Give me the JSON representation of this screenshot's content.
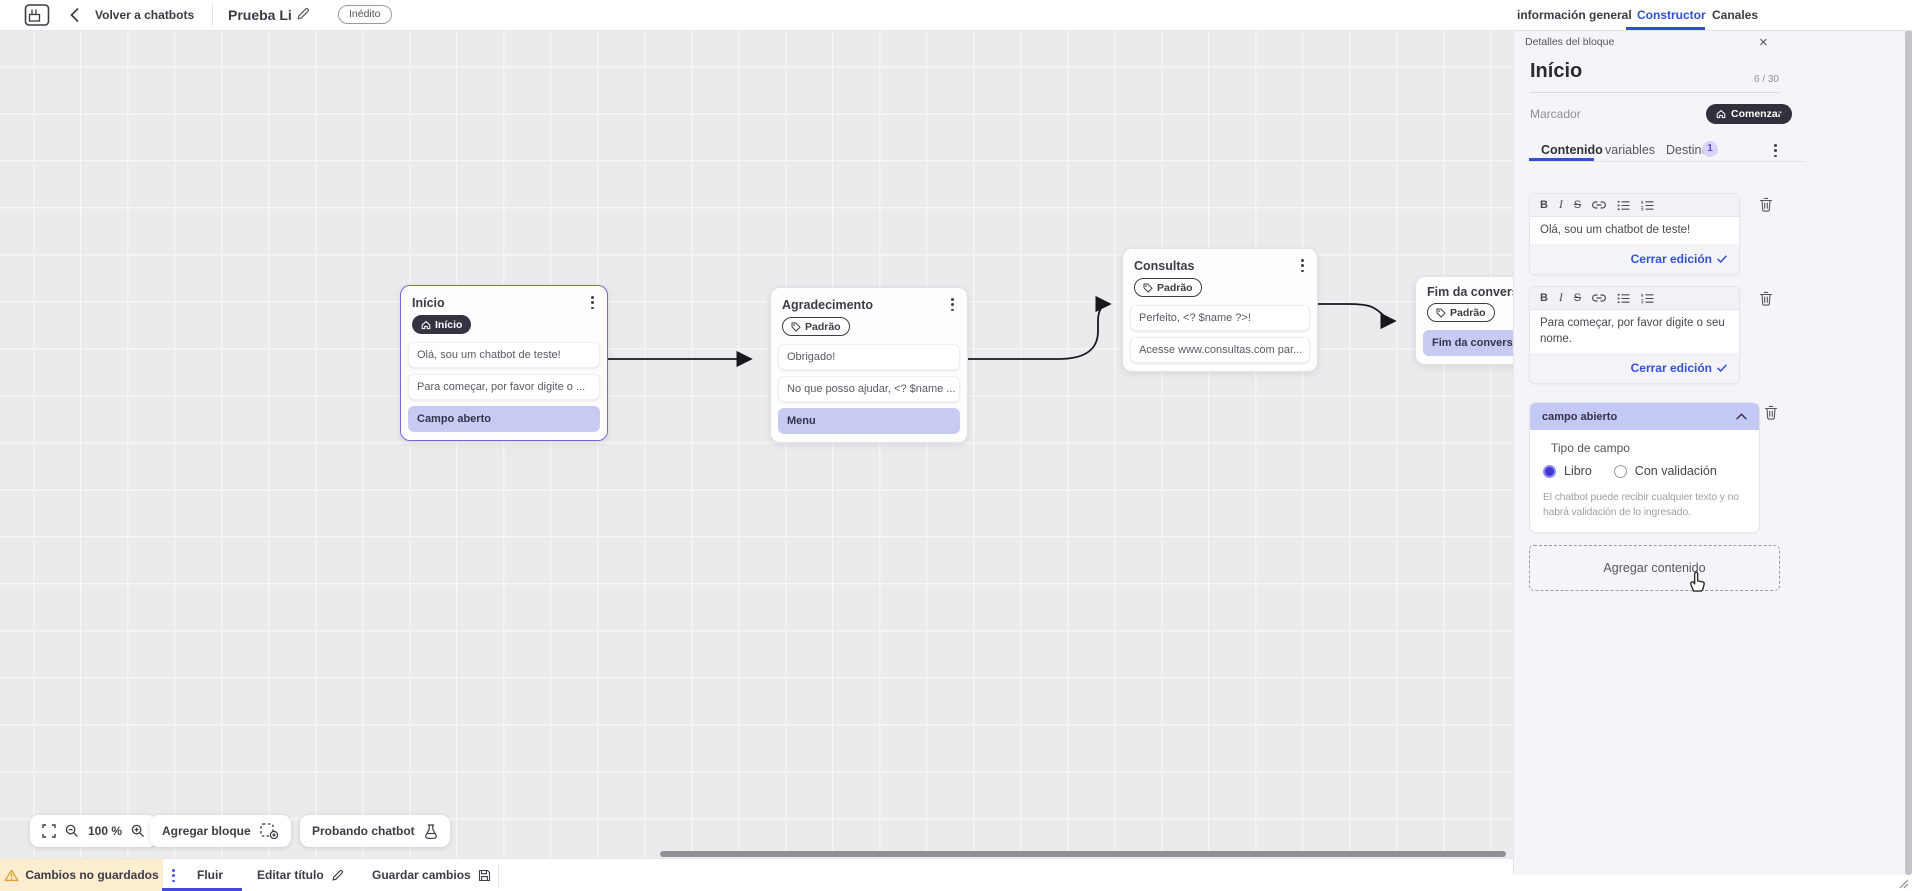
{
  "colors": {
    "accent_blue": "#2e4fd6",
    "accent_indigo": "#4347dd",
    "highlight_periwinkle": "#c7cbf3",
    "dark_badge": "#343341",
    "selected_node_border": "#7468d9",
    "warning_bg": "#fcecd0",
    "warning_icon": "#d9a437",
    "panel_bg": "#f5f5f9"
  },
  "topbar": {
    "back_label": "Volver a chatbots",
    "title": "Prueba Li",
    "status_badge": "Inédito",
    "tabs": {
      "general": "información general",
      "builder": "Constructor",
      "channels": "Canales"
    }
  },
  "canvas": {
    "zoom_level": "100 %",
    "add_block": "Agregar bloque",
    "test_chatbot": "Probando chatbot",
    "nodes": [
      {
        "title": "Início",
        "badge": "Início",
        "items": [
          {
            "text": "Olá, sou um chatbot de teste!"
          },
          {
            "text": "Para começar, por favor digite o ..."
          },
          {
            "text": "Campo aberto"
          }
        ]
      },
      {
        "title": "Agradecimento",
        "badge": "Padrão",
        "items": [
          {
            "text": "Obrigado!"
          },
          {
            "text": "No que posso ajudar, <? $name ..."
          },
          {
            "text": "Menu"
          }
        ]
      },
      {
        "title": "Consultas",
        "badge": "Padrão",
        "items": [
          {
            "text": "Perfeito, <? $name ?>!"
          },
          {
            "text": "Acesse www.consultas.com par..."
          }
        ]
      },
      {
        "title": "Fim da conversa",
        "badge": "Padrão",
        "items": [
          {
            "text": "Fim da conversa"
          }
        ]
      }
    ]
  },
  "panel": {
    "header": "Detalles del bloque",
    "block_name": "Início",
    "char_counter": "6 / 30",
    "marker_label": "Marcador",
    "marker_value": "Comenzar",
    "tabs": {
      "content": "Contenido",
      "variables": "variables",
      "destination": "Destino",
      "destination_badge": "1"
    },
    "editors": [
      {
        "text": "Olá, sou um chatbot de teste!",
        "close": "Cerrar edición"
      },
      {
        "text": "Para começar, por favor digite o seu nome.",
        "close": "Cerrar edición"
      }
    ],
    "open_field": {
      "header": "campo abierto",
      "type_label": "Tipo de campo",
      "option_free": "Libro",
      "option_validated": "Con validación",
      "helper": "El chatbot puede recibir cualquier texto y no habrá validación de lo ingresado."
    },
    "add_content": "Agregar contenido"
  },
  "bottombar": {
    "warning": "Cambios no guardados",
    "flow_tab": "Fluir",
    "edit_title": "Editar título",
    "save": "Guardar cambios"
  }
}
